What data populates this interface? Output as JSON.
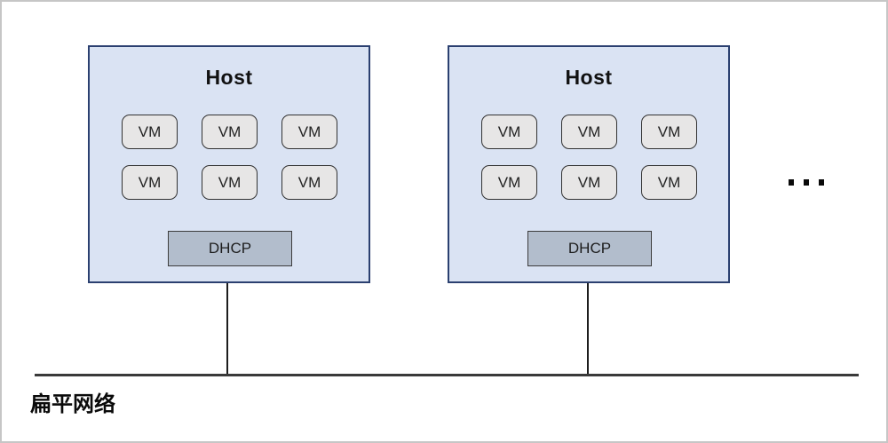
{
  "diagram": {
    "title": "flat-network-virtualization-topology",
    "network_label": "扁平网络"
  },
  "hosts": [
    {
      "title": "Host",
      "vms": [
        "VM",
        "VM",
        "VM",
        "VM",
        "VM",
        "VM"
      ],
      "dhcp_label": "DHCP"
    },
    {
      "title": "Host",
      "vms": [
        "VM",
        "VM",
        "VM",
        "VM",
        "VM",
        "VM"
      ],
      "dhcp_label": "DHCP"
    }
  ],
  "icons": {
    "more_hosts": "ellipsis-icon"
  },
  "colors": {
    "host_fill": "#dae3f3",
    "host_border": "#2b4070",
    "vm_fill": "#e7e6e6",
    "vm_border": "#323232",
    "dhcp_fill": "#b2bdcc",
    "dhcp_border": "#3c3c3c",
    "line": "#3a3a3a",
    "text": "#111111",
    "frame_border": "#c6c6c6"
  }
}
